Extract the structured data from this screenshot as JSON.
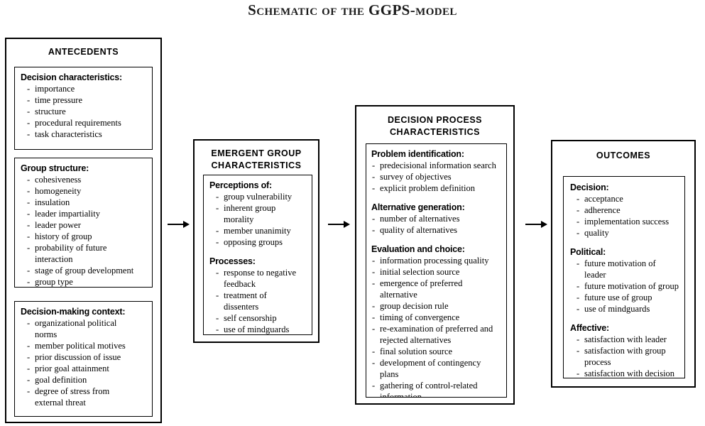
{
  "title": {
    "prefix": "Schematic of the ",
    "acronym": "GGPS",
    "suffix": "-model"
  },
  "arrows": {
    "a1": "arrow-right",
    "a2": "arrow-right",
    "a3": "arrow-right"
  },
  "boxes": {
    "antecedents": {
      "title": "ANTECEDENTS",
      "sections": [
        {
          "head": "Decision characteristics:",
          "items": [
            "importance",
            "time pressure",
            "structure",
            "procedural requirements",
            "task characteristics"
          ]
        },
        {
          "head": "Group structure:",
          "items": [
            "cohesiveness",
            "homogeneity",
            "insulation",
            "leader impartiality",
            "leader power",
            "history of group",
            "probability of future\ninteraction",
            "stage of group development",
            "group type"
          ]
        },
        {
          "head": "Decision-making context:",
          "items": [
            "organizational political\nnorms",
            "member political motives",
            "prior discussion of issue",
            "prior goal attainment",
            "goal definition",
            "degree of stress from\nexternal threat"
          ]
        }
      ]
    },
    "emergent_group": {
      "title_line1": "EMERGENT GROUP",
      "title_line2": "CHARACTERISTICS",
      "sections": [
        {
          "head": "Perceptions of:",
          "items": [
            "group vulnerability",
            "inherent group\nmorality",
            "member unanimity",
            "opposing groups"
          ]
        },
        {
          "head": "Processes:",
          "items": [
            "response to negative\nfeedback",
            "treatment of\ndissenters",
            "self censorship",
            "use of mindguards"
          ]
        }
      ]
    },
    "decision_process": {
      "title_line1": "DECISION PROCESS",
      "title_line2": "CHARACTERISTICS",
      "sections": [
        {
          "head": "Problem identification:",
          "items": [
            "predecisional information search",
            "survey of objectives",
            "explicit problem definition"
          ]
        },
        {
          "head": "Alternative generation:",
          "items": [
            "number of alternatives",
            "quality of alternatives"
          ]
        },
        {
          "head": "Evaluation and choice:",
          "items": [
            "information processing quality",
            "initial selection source",
            "emergence of preferred\nalternative",
            "group decision rule",
            "timing of convergence",
            "re-examination of preferred and\nrejected alternatives",
            "final solution source",
            "development of contingency\nplans",
            "gathering of control-related\ninformation"
          ]
        }
      ]
    },
    "outcomes": {
      "title": "OUTCOMES",
      "sections": [
        {
          "head": "Decision:",
          "items": [
            "acceptance",
            "adherence",
            "implementation success",
            "quality"
          ]
        },
        {
          "head": "Political:",
          "items": [
            "future motivation of\nleader",
            "future motivation of group",
            "future use of group",
            "use of mindguards"
          ]
        },
        {
          "head": "Affective:",
          "items": [
            "satisfaction with leader",
            "satisfaction with group\nprocess",
            "satisfaction with decision"
          ]
        }
      ]
    }
  }
}
